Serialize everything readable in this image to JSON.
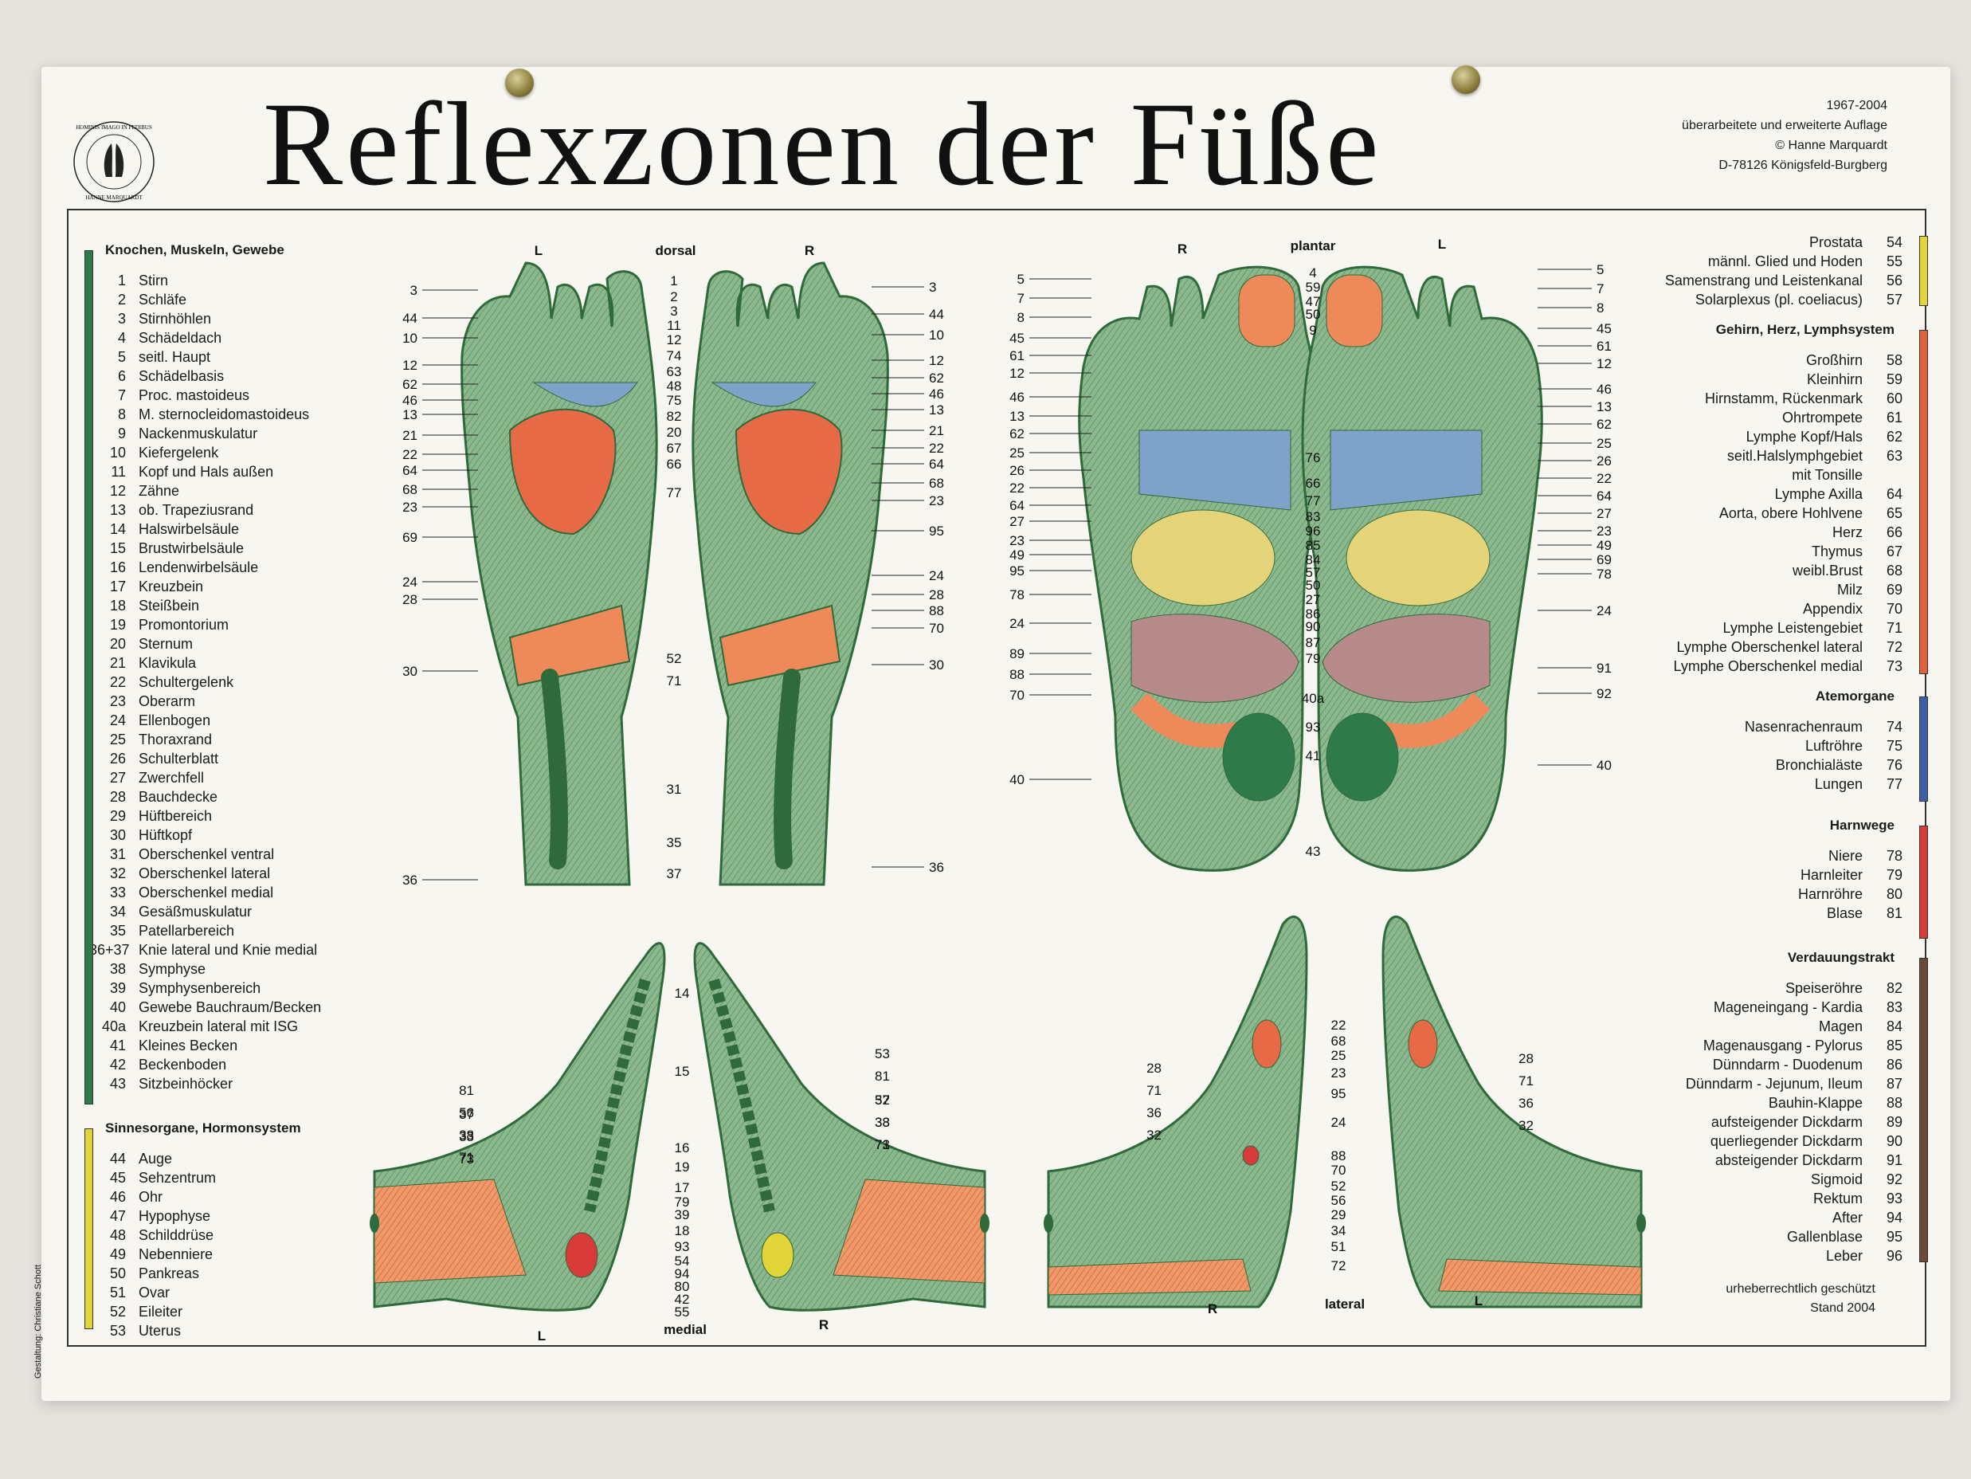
{
  "header": {
    "title": "Reflexzonen der Füße",
    "logo_text": "HOMINIS IMAGO IN PEDIBUS · HANNE MARQUARDT",
    "publisher": [
      "1967-2004",
      "überarbeitete und erweiterte Auflage",
      "© Hanne Marquardt",
      "D-78126 Königsfeld-Burgberg"
    ]
  },
  "views": {
    "dorsal": "dorsal",
    "plantar": "plantar",
    "medial": "medial",
    "lateral": "lateral",
    "L": "L",
    "R": "R"
  },
  "legend_left": [
    {
      "title": "Knochen, Muskeln, Gewebe",
      "color": "#2f7a4a",
      "items": [
        [
          "1",
          "Stirn"
        ],
        [
          "2",
          "Schläfe"
        ],
        [
          "3",
          "Stirnhöhlen"
        ],
        [
          "4",
          "Schädeldach"
        ],
        [
          "5",
          "seitl. Haupt"
        ],
        [
          "6",
          "Schädelbasis"
        ],
        [
          "7",
          "Proc. mastoideus"
        ],
        [
          "8",
          "M. sternocleidomastoideus"
        ],
        [
          "9",
          "Nackenmuskulatur"
        ],
        [
          "10",
          "Kiefergelenk"
        ],
        [
          "11",
          "Kopf und Hals außen"
        ],
        [
          "12",
          "Zähne"
        ],
        [
          "13",
          "ob. Trapeziusrand"
        ],
        [
          "14",
          "Halswirbelsäule"
        ],
        [
          "15",
          "Brustwirbelsäule"
        ],
        [
          "16",
          "Lendenwirbelsäule"
        ],
        [
          "17",
          "Kreuzbein"
        ],
        [
          "18",
          "Steißbein"
        ],
        [
          "19",
          "Promontorium"
        ],
        [
          "20",
          "Sternum"
        ],
        [
          "21",
          "Klavikula"
        ],
        [
          "22",
          "Schultergelenk"
        ],
        [
          "23",
          "Oberarm"
        ],
        [
          "24",
          "Ellenbogen"
        ],
        [
          "25",
          "Thoraxrand"
        ],
        [
          "26",
          "Schulterblatt"
        ],
        [
          "27",
          "Zwerchfell"
        ],
        [
          "28",
          "Bauchdecke"
        ],
        [
          "29",
          "Hüftbereich"
        ],
        [
          "30",
          "Hüftkopf"
        ],
        [
          "31",
          "Oberschenkel ventral"
        ],
        [
          "32",
          "Oberschenkel lateral"
        ],
        [
          "33",
          "Oberschenkel medial"
        ],
        [
          "34",
          "Gesäßmuskulatur"
        ],
        [
          "35",
          "Patellarbereich"
        ],
        [
          "36+37",
          "Knie lateral und Knie medial"
        ],
        [
          "38",
          "Symphyse"
        ],
        [
          "39",
          "Symphysenbereich"
        ],
        [
          "40",
          "Gewebe Bauchraum/Becken"
        ],
        [
          "40a",
          "Kreuzbein lateral mit ISG"
        ],
        [
          "41",
          "Kleines Becken"
        ],
        [
          "42",
          "Beckenboden"
        ],
        [
          "43",
          "Sitzbeinhöcker"
        ]
      ]
    },
    {
      "title": "Sinnesorgane, Hormonsystem",
      "color": "#e3d43a",
      "items": [
        [
          "44",
          "Auge"
        ],
        [
          "45",
          "Sehzentrum"
        ],
        [
          "46",
          "Ohr"
        ],
        [
          "47",
          "Hypophyse"
        ],
        [
          "48",
          "Schilddrüse"
        ],
        [
          "49",
          "Nebenniere"
        ],
        [
          "50",
          "Pankreas"
        ],
        [
          "51",
          "Ovar"
        ],
        [
          "52",
          "Eileiter"
        ],
        [
          "53",
          "Uterus"
        ]
      ]
    }
  ],
  "legend_right": [
    {
      "title": "",
      "color": "#e3d43a",
      "items": [
        [
          "Prostata",
          "54"
        ],
        [
          "männl. Glied und Hoden",
          "55"
        ],
        [
          "Samenstrang und Leistenkanal",
          "56"
        ],
        [
          "Solarplexus (pl. coeliacus)",
          "57"
        ]
      ]
    },
    {
      "title": "Gehirn, Herz, Lymphsystem",
      "color": "#e0623a",
      "items": [
        [
          "Großhirn",
          "58"
        ],
        [
          "Kleinhirn",
          "59"
        ],
        [
          "Hirnstamm, Rückenmark",
          "60"
        ],
        [
          "Ohrtrompete",
          "61"
        ],
        [
          "Lymphe Kopf/Hals",
          "62"
        ],
        [
          "seitl.Halslymphgebiet",
          "63"
        ],
        [
          "mit Tonsille",
          ""
        ],
        [
          "Lymphe Axilla",
          "64"
        ],
        [
          "Aorta, obere Hohlvene",
          "65"
        ],
        [
          "Herz",
          "66"
        ],
        [
          "Thymus",
          "67"
        ],
        [
          "weibl.Brust",
          "68"
        ],
        [
          "Milz",
          "69"
        ],
        [
          "Appendix",
          "70"
        ],
        [
          "Lymphe Leistengebiet",
          "71"
        ],
        [
          "Lymphe Oberschenkel lateral",
          "72"
        ],
        [
          "Lymphe Oberschenkel medial",
          "73"
        ]
      ]
    },
    {
      "title": "Atemorgane",
      "color": "#3d5fa8",
      "items": [
        [
          "Nasenrachenraum",
          "74"
        ],
        [
          "Luftröhre",
          "75"
        ],
        [
          "Bronchialäste",
          "76"
        ],
        [
          "Lungen",
          "77"
        ]
      ]
    },
    {
      "title": "Harnwege",
      "color": "#d83a3a",
      "items": [
        [
          "Niere",
          "78"
        ],
        [
          "Harnleiter",
          "79"
        ],
        [
          "Harnröhre",
          "80"
        ],
        [
          "Blase",
          "81"
        ]
      ]
    },
    {
      "title": "Verdauungstrakt",
      "color": "#6b4a3a",
      "items": [
        [
          "Speiseröhre",
          "82"
        ],
        [
          "Mageneingang - Kardia",
          "83"
        ],
        [
          "Magen",
          "84"
        ],
        [
          "Magenausgang - Pylorus",
          "85"
        ],
        [
          "Dünndarm - Duodenum",
          "86"
        ],
        [
          "Dünndarm - Jejunum, Ileum",
          "87"
        ],
        [
          "Bauhin-Klappe",
          "88"
        ],
        [
          "aufsteigender Dickdarm",
          "89"
        ],
        [
          "querliegender Dickdarm",
          "90"
        ],
        [
          "absteigender Dickdarm",
          "91"
        ],
        [
          "Sigmoid",
          "92"
        ],
        [
          "Rektum",
          "93"
        ],
        [
          "After",
          "94"
        ],
        [
          "Gallenblase",
          "95"
        ],
        [
          "Leber",
          "96"
        ]
      ]
    }
  ],
  "labels": {
    "dorsal_left": [
      "3",
      "44",
      "10",
      "12",
      "62",
      "46",
      "13",
      "21",
      "22",
      "64",
      "68",
      "23",
      "69",
      "24",
      "28",
      "30",
      "36"
    ],
    "dorsal_center": [
      "1",
      "2",
      "3",
      "11",
      "12",
      "74",
      "63",
      "48",
      "75",
      "82",
      "20",
      "67",
      "66",
      "77",
      "52",
      "71",
      "31",
      "35",
      "37"
    ],
    "dorsal_right": [
      "3",
      "44",
      "10",
      "12",
      "62",
      "46",
      "13",
      "21",
      "22",
      "64",
      "68",
      "23",
      "95",
      "24",
      "28",
      "88",
      "70",
      "30",
      "36"
    ],
    "plantar_left": [
      "5",
      "7",
      "8",
      "45",
      "61",
      "12",
      "46",
      "13",
      "62",
      "25",
      "26",
      "22",
      "64",
      "27",
      "23",
      "49",
      "95",
      "78",
      "24",
      "89",
      "88",
      "70",
      "40"
    ],
    "plantar_center": [
      "4",
      "59",
      "47",
      "50",
      "9",
      "76",
      "66",
      "77",
      "83",
      "96",
      "85",
      "84",
      "57",
      "50",
      "27",
      "86",
      "90",
      "87",
      "79",
      "40a",
      "93",
      "41",
      "43"
    ],
    "plantar_right": [
      "5",
      "7",
      "8",
      "45",
      "61",
      "12",
      "46",
      "13",
      "62",
      "25",
      "26",
      "22",
      "64",
      "27",
      "23",
      "49",
      "69",
      "78",
      "24",
      "91",
      "92",
      "40"
    ],
    "medial_left": [
      "81",
      "56",
      "38",
      "71",
      "37",
      "33",
      "73"
    ],
    "medial_center": [
      "14",
      "15",
      "16",
      "19",
      "17",
      "79",
      "39",
      "18",
      "93",
      "54",
      "94",
      "80",
      "42",
      "55"
    ],
    "medial_right": [
      "53",
      "81",
      "52",
      "38",
      "71",
      "37",
      "33",
      "73"
    ],
    "lateral_center": [
      "22",
      "68",
      "25",
      "23",
      "95",
      "24",
      "88",
      "70",
      "52",
      "56",
      "29",
      "34",
      "51",
      "72"
    ],
    "lateral_left": [
      "28",
      "71",
      "36",
      "32"
    ],
    "lateral_right": [
      "28",
      "71",
      "36",
      "32"
    ]
  },
  "footer": {
    "credit": "Gestaltung: Christiane Schott",
    "copyright": [
      "urheberrechtlich geschützt",
      "Stand 2004"
    ]
  }
}
